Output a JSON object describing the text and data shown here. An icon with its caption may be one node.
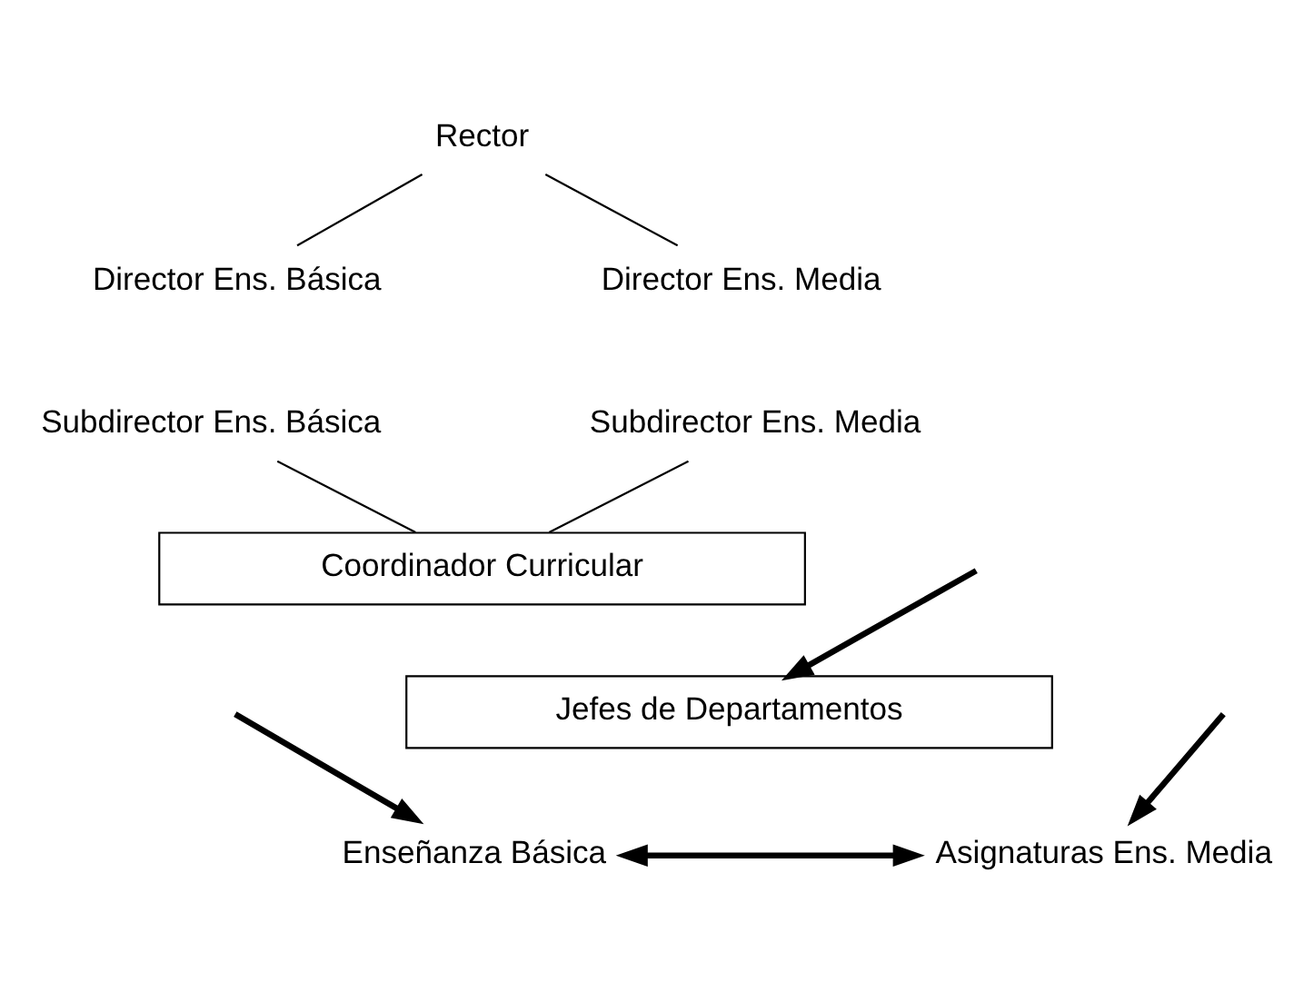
{
  "diagram": {
    "nodes": [
      {
        "text": [
          "Rector"
        ]
      },
      {
        "text": [
          "Director Ens. Básica"
        ]
      },
      {
        "text": [
          "Director Ens. Media"
        ]
      },
      {
        "text": [
          "Subdirector Ens. Básica"
        ]
      },
      {
        "text": [
          "Subdirector Ens. Media"
        ]
      },
      {
        "text": [
          "Coordinador Curricular"
        ]
      },
      {
        "text": [
          "Jefes de Departamentos"
        ]
      },
      {
        "text": [
          "Enseñanza Básica"
        ]
      },
      {
        "text": [
          "Asignaturas Ens. Media"
        ]
      }
    ],
    "edges": [
      {
        "from": 0,
        "to": 1,
        "arrow": "none"
      },
      {
        "from": 0,
        "to": 2,
        "arrow": "none"
      },
      {
        "from": 3,
        "to": 5,
        "arrow": "none"
      },
      {
        "from": 4,
        "to": 5,
        "arrow": "none"
      },
      {
        "from": null,
        "to": 7,
        "arrow": "to",
        "style": "thick"
      },
      {
        "from": null,
        "to": 8,
        "arrow": "to",
        "style": "thick"
      },
      {
        "from": 7,
        "to": 8,
        "arrow": "both",
        "style": "thick"
      },
      {
        "from": null,
        "to": 6,
        "arrow": "to",
        "style": "thick"
      }
    ]
  }
}
